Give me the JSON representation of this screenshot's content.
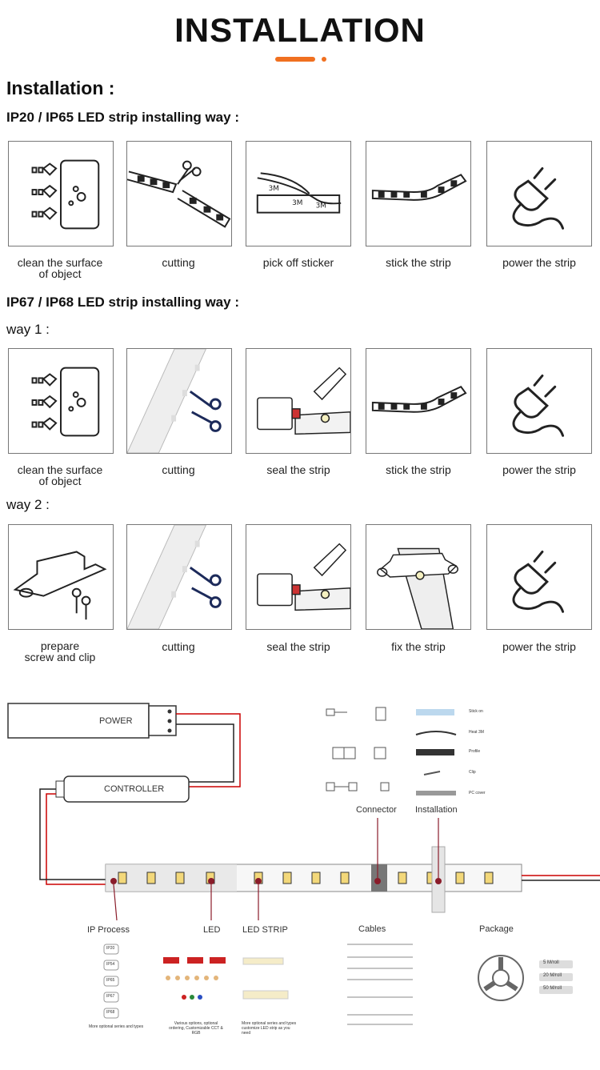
{
  "header": {
    "title": "INSTALLATION",
    "accent_color": "#f07020"
  },
  "section": {
    "heading": "Installation :"
  },
  "ip20": {
    "heading": "IP20 / IP65 LED strip installing way :",
    "steps": [
      "clean the surface\nof object",
      "cutting",
      "pick off sticker",
      "stick the strip",
      "power the strip"
    ],
    "sticker_text": "3M"
  },
  "ip67": {
    "heading": "IP67 / IP68 LED strip installing way :",
    "way1": {
      "label": "way 1 :",
      "steps": [
        "clean the surface\nof object",
        "cutting",
        "seal the strip",
        "stick the strip",
        "power the strip"
      ]
    },
    "way2": {
      "label": "way 2 :",
      "steps": [
        "prepare\nscrew and clip",
        "cutting",
        "seal the strip",
        "fix the strip",
        "power the strip"
      ]
    }
  },
  "diagram": {
    "power": "POWER",
    "controller": "CONTROLLER",
    "connector": "Connector",
    "installation": "Installation",
    "ip_process": "IP  Process",
    "led": "LED",
    "led_strip": "LED  STRIP",
    "cables": "Cables",
    "package": "Package",
    "package_options": [
      "5  M/roll",
      "20  M/roll",
      "50  M/roll"
    ],
    "ip_items": [
      "IP20",
      "IP54",
      "IP65",
      "IP67",
      "IP68"
    ],
    "install_items": [
      "Stick on",
      "Heat 3M",
      "Profile",
      "Clip",
      "PC cover"
    ],
    "small_notes": {
      "ip": "More optional series and types",
      "led": "Various options, optional ordering, Customizable CCT & RGB",
      "strip": "More optional series and types customize LED strip as you need"
    }
  }
}
